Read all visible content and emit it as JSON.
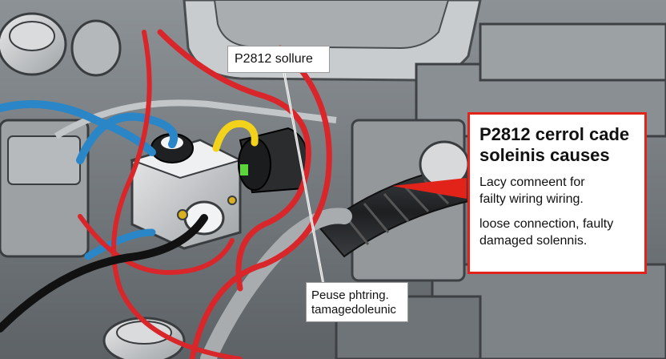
{
  "callouts": {
    "top": {
      "text": "P2812 sollure"
    },
    "bottom": {
      "lines": [
        "Peuse phtring.",
        "tamagedoleunic"
      ]
    }
  },
  "info_card": {
    "title_lines": [
      "P2812 cerrol cade",
      "soleinis causes"
    ],
    "paragraph_1": [
      "Lacy comneent for",
      "failty wiring wiring."
    ],
    "paragraph_2": [
      "loose connection, faulty",
      "damaged solennis."
    ]
  },
  "colors": {
    "accent_red": "#e2231a",
    "wire_red": "#d9262a",
    "wire_blue": "#2a86c7",
    "wire_yellow": "#f2d21a",
    "engine_gray": "#8a8f93"
  }
}
